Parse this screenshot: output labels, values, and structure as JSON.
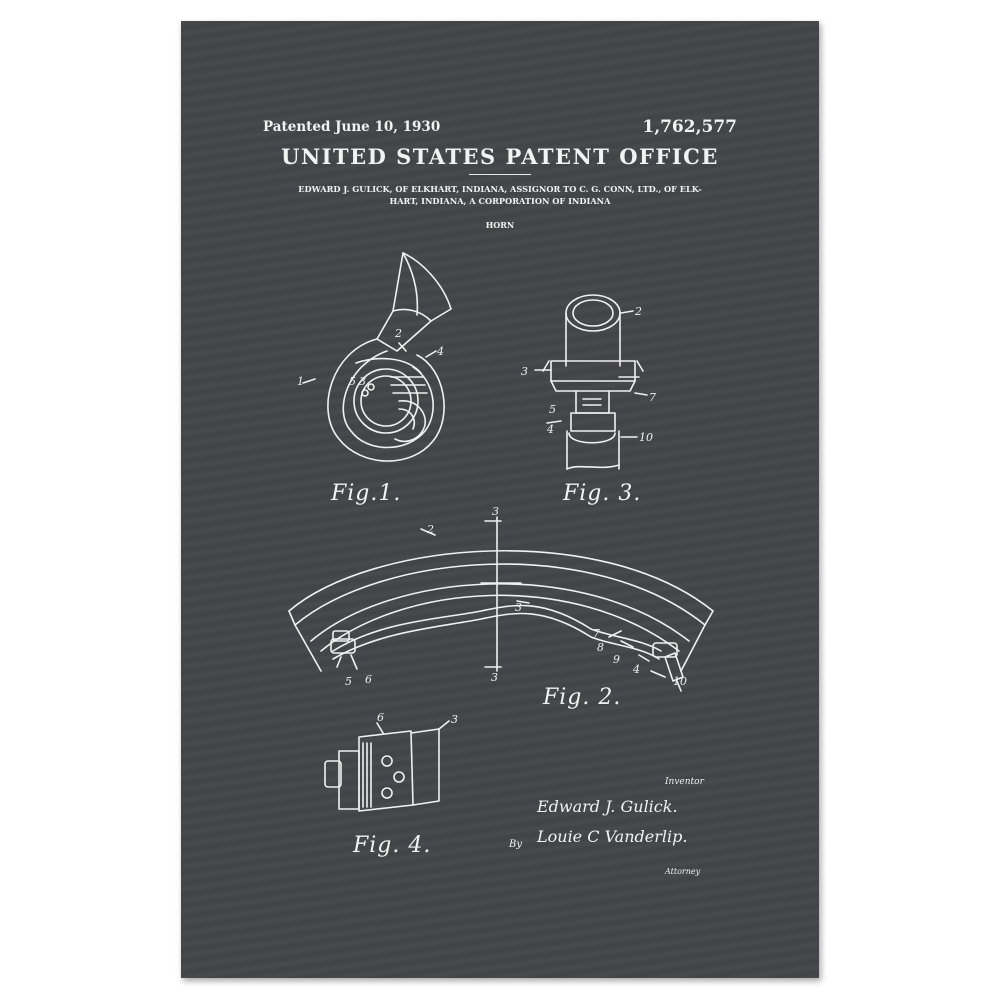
{
  "header": {
    "patented": "Patented June 10, 1930",
    "number": "1,762,577",
    "office": "UNITED STATES PATENT OFFICE",
    "assignee_line1": "EDWARD J. GULICK, OF ELKHART, INDIANA, ASSIGNOR TO C. G. CONN, LTD., OF ELK-",
    "assignee_line2": "HART, INDIANA, A CORPORATION OF INDIANA",
    "title": "HORN"
  },
  "figures": {
    "fig1": "Fig.1.",
    "fig2": "Fig. 2.",
    "fig3": "Fig. 3.",
    "fig4": "Fig. 4."
  },
  "signature": {
    "inventor_label": "Inventor",
    "inventor_name": "Edward J. Gulick.",
    "by": "By",
    "attorney_name": "Louie C Vanderlip.",
    "attorney_label": "Attorney"
  },
  "colors": {
    "background": "#444548",
    "ink": "#f2f2f2"
  }
}
